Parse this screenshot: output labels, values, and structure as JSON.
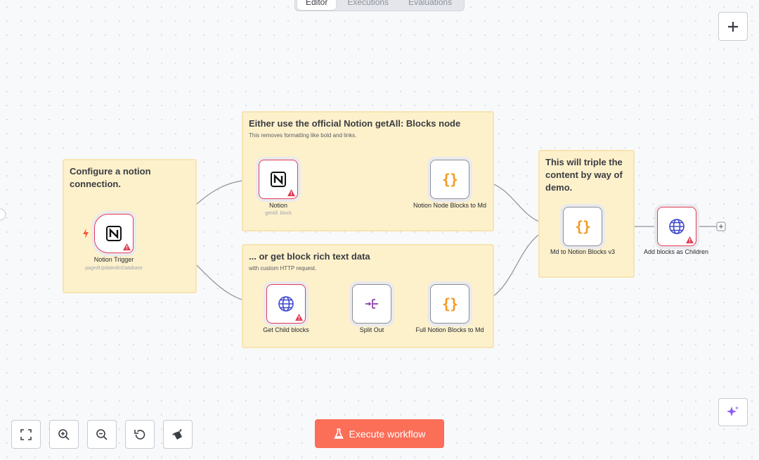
{
  "tabs": [
    {
      "label": "Editor",
      "active": true
    },
    {
      "label": "Executions",
      "active": false
    },
    {
      "label": "Evaluations",
      "active": false
    }
  ],
  "stickies": {
    "configure": {
      "title": "Configure a notion connection.",
      "subtitle": ""
    },
    "official": {
      "title": "Either use the official Notion getAll: Blocks node",
      "subtitle": "This removes formatting like bold and links."
    },
    "richtext": {
      "title": "... or get block rich text data",
      "subtitle": "with custom HTTP request."
    },
    "triple": {
      "title": "This will triple the content by way of demo.",
      "subtitle": ""
    }
  },
  "nodes": {
    "notion_trigger": {
      "label": "Notion Trigger",
      "sub": "pagedUpdatedInDatabase",
      "icon": "notion-icon",
      "error": true
    },
    "notion": {
      "label": "Notion",
      "sub": "getAll: block",
      "icon": "notion-icon",
      "error": true
    },
    "node_blocks_to_md": {
      "label": "Notion Node Blocks to Md",
      "icon": "code-icon",
      "error": false
    },
    "get_child_blocks": {
      "label": "Get Child blocks",
      "icon": "globe-icon",
      "error": true
    },
    "split_out": {
      "label": "Split Out",
      "icon": "split-out-icon",
      "error": false
    },
    "full_blocks_to_md": {
      "label": "Full Notion Blocks to Md",
      "icon": "code-icon",
      "error": false
    },
    "md_to_notion": {
      "label": "Md to Notion Blocks v3",
      "icon": "code-icon",
      "error": false
    },
    "add_blocks": {
      "label": "Add blocks as Children",
      "icon": "globe-icon",
      "error": true
    }
  },
  "execute_button": {
    "label": "Execute workflow"
  },
  "colors": {
    "accent": "#fb6e58",
    "sticky_bg": "#fdf1cc",
    "error": "#e23b54",
    "code_icon": "#f39a20",
    "globe_icon": "#3f48cc",
    "split_icon": "#8e44ad",
    "ai_icon": "#8b5cf6"
  },
  "toolbar": [
    "fit-view-icon",
    "zoom-in-icon",
    "zoom-out-icon",
    "reset-zoom-icon",
    "tidy-up-icon"
  ]
}
